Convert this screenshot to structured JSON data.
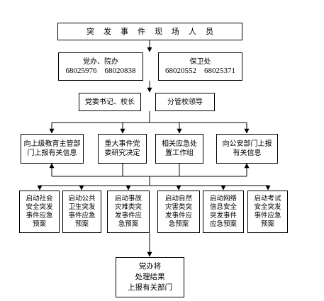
{
  "top": {
    "label": "突发事件现场人员"
  },
  "contacts": [
    {
      "name": "党办、院办",
      "phones": "68025976　68020838"
    },
    {
      "name": "保卫处",
      "phones": "68020552　68025371"
    }
  ],
  "leaders": [
    {
      "label": "党委书记、校长"
    },
    {
      "label": "分管校领导"
    }
  ],
  "actions": [
    {
      "lines": [
        "向上级教育主管部",
        "门上报有关信息"
      ]
    },
    {
      "lines": [
        "重大事件党",
        "委研究决定"
      ]
    },
    {
      "lines": [
        "相关应急处",
        "置工作组"
      ]
    },
    {
      "lines": [
        "向公安部门上报",
        "有关信息"
      ]
    }
  ],
  "plans": [
    {
      "lines": [
        "启动社会",
        "安全突发",
        "事件应急",
        "预案"
      ]
    },
    {
      "lines": [
        "启动公共",
        "卫生突发",
        "事件应急",
        "预案"
      ]
    },
    {
      "lines": [
        "启动事故",
        "灾难类突",
        "发事件应",
        "急预案"
      ]
    },
    {
      "lines": [
        "启动自然",
        "灾害类突",
        "发事件应",
        "急预案"
      ]
    },
    {
      "lines": [
        "启动网络",
        "信息安全",
        "突发事件",
        "应急预案"
      ]
    },
    {
      "lines": [
        "启动考试",
        "安全突发",
        "事件应急",
        "预案"
      ]
    }
  ],
  "result": {
    "lines": [
      "党办将",
      "处理结果",
      "上报有关部门"
    ]
  }
}
